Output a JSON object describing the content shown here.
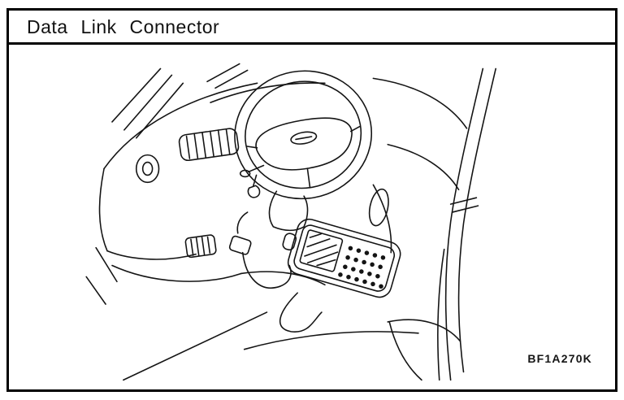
{
  "page": {
    "title": "Data Link Connector",
    "figure_code": "BF1A270K",
    "figure_description": "Line drawing of vehicle interior: dashboard, steering wheel, and a handheld scan tool cabled to the data link connector under the dash",
    "colors": {
      "ink": "#141414",
      "background": "#ffffff",
      "border": "#000000"
    }
  }
}
